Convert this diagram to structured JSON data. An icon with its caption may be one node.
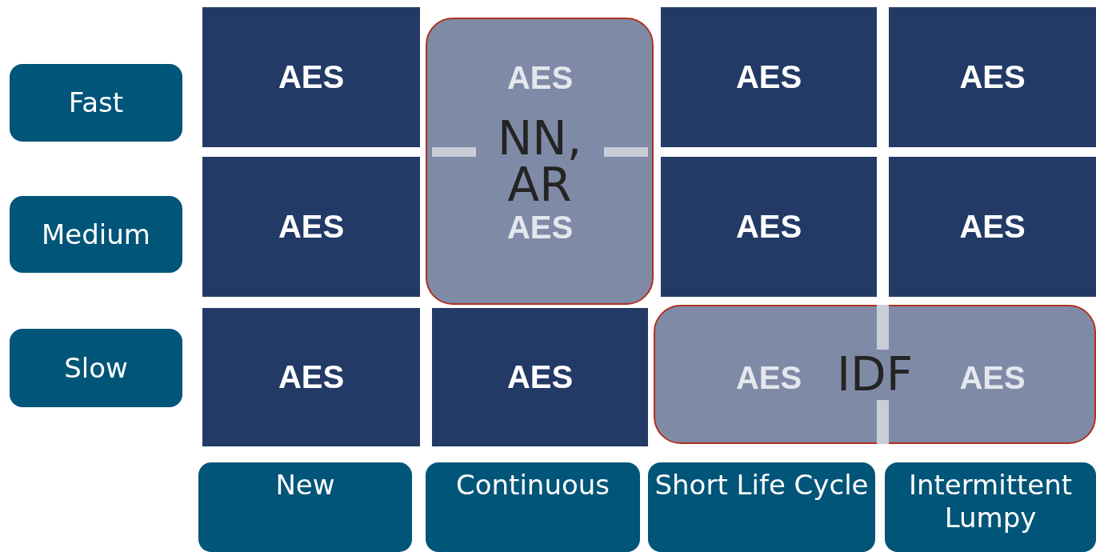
{
  "diagram": {
    "nodes": [
      {
        "text": [
          "AES"
        ]
      },
      {
        "text": [
          "NN, AR"
        ]
      },
      {
        "text": [
          "AES"
        ],
        "in": 1
      },
      {
        "text": [
          "AES"
        ]
      },
      {
        "text": [
          "AES"
        ]
      },
      {
        "text": [
          "AES"
        ]
      },
      {
        "text": [
          "AES"
        ],
        "in": 1
      },
      {
        "text": [
          "AES"
        ]
      },
      {
        "text": [
          "AES"
        ]
      },
      {
        "text": [
          "AES"
        ]
      },
      {
        "text": [
          "AES"
        ]
      },
      {
        "text": [
          "IDF"
        ]
      },
      {
        "text": [
          "AES"
        ],
        "in": 11
      },
      {
        "text": [
          "AES"
        ],
        "in": 11
      },
      {
        "text": [
          "Fast"
        ]
      },
      {
        "text": [
          "Medium"
        ]
      },
      {
        "text": [
          "Slow"
        ]
      },
      {
        "text": [
          "New"
        ]
      },
      {
        "text": [
          "Continuous"
        ]
      },
      {
        "text": [
          "Short Life Cycle"
        ]
      },
      {
        "text": [
          "Intermittent Lumpy"
        ]
      }
    ]
  }
}
